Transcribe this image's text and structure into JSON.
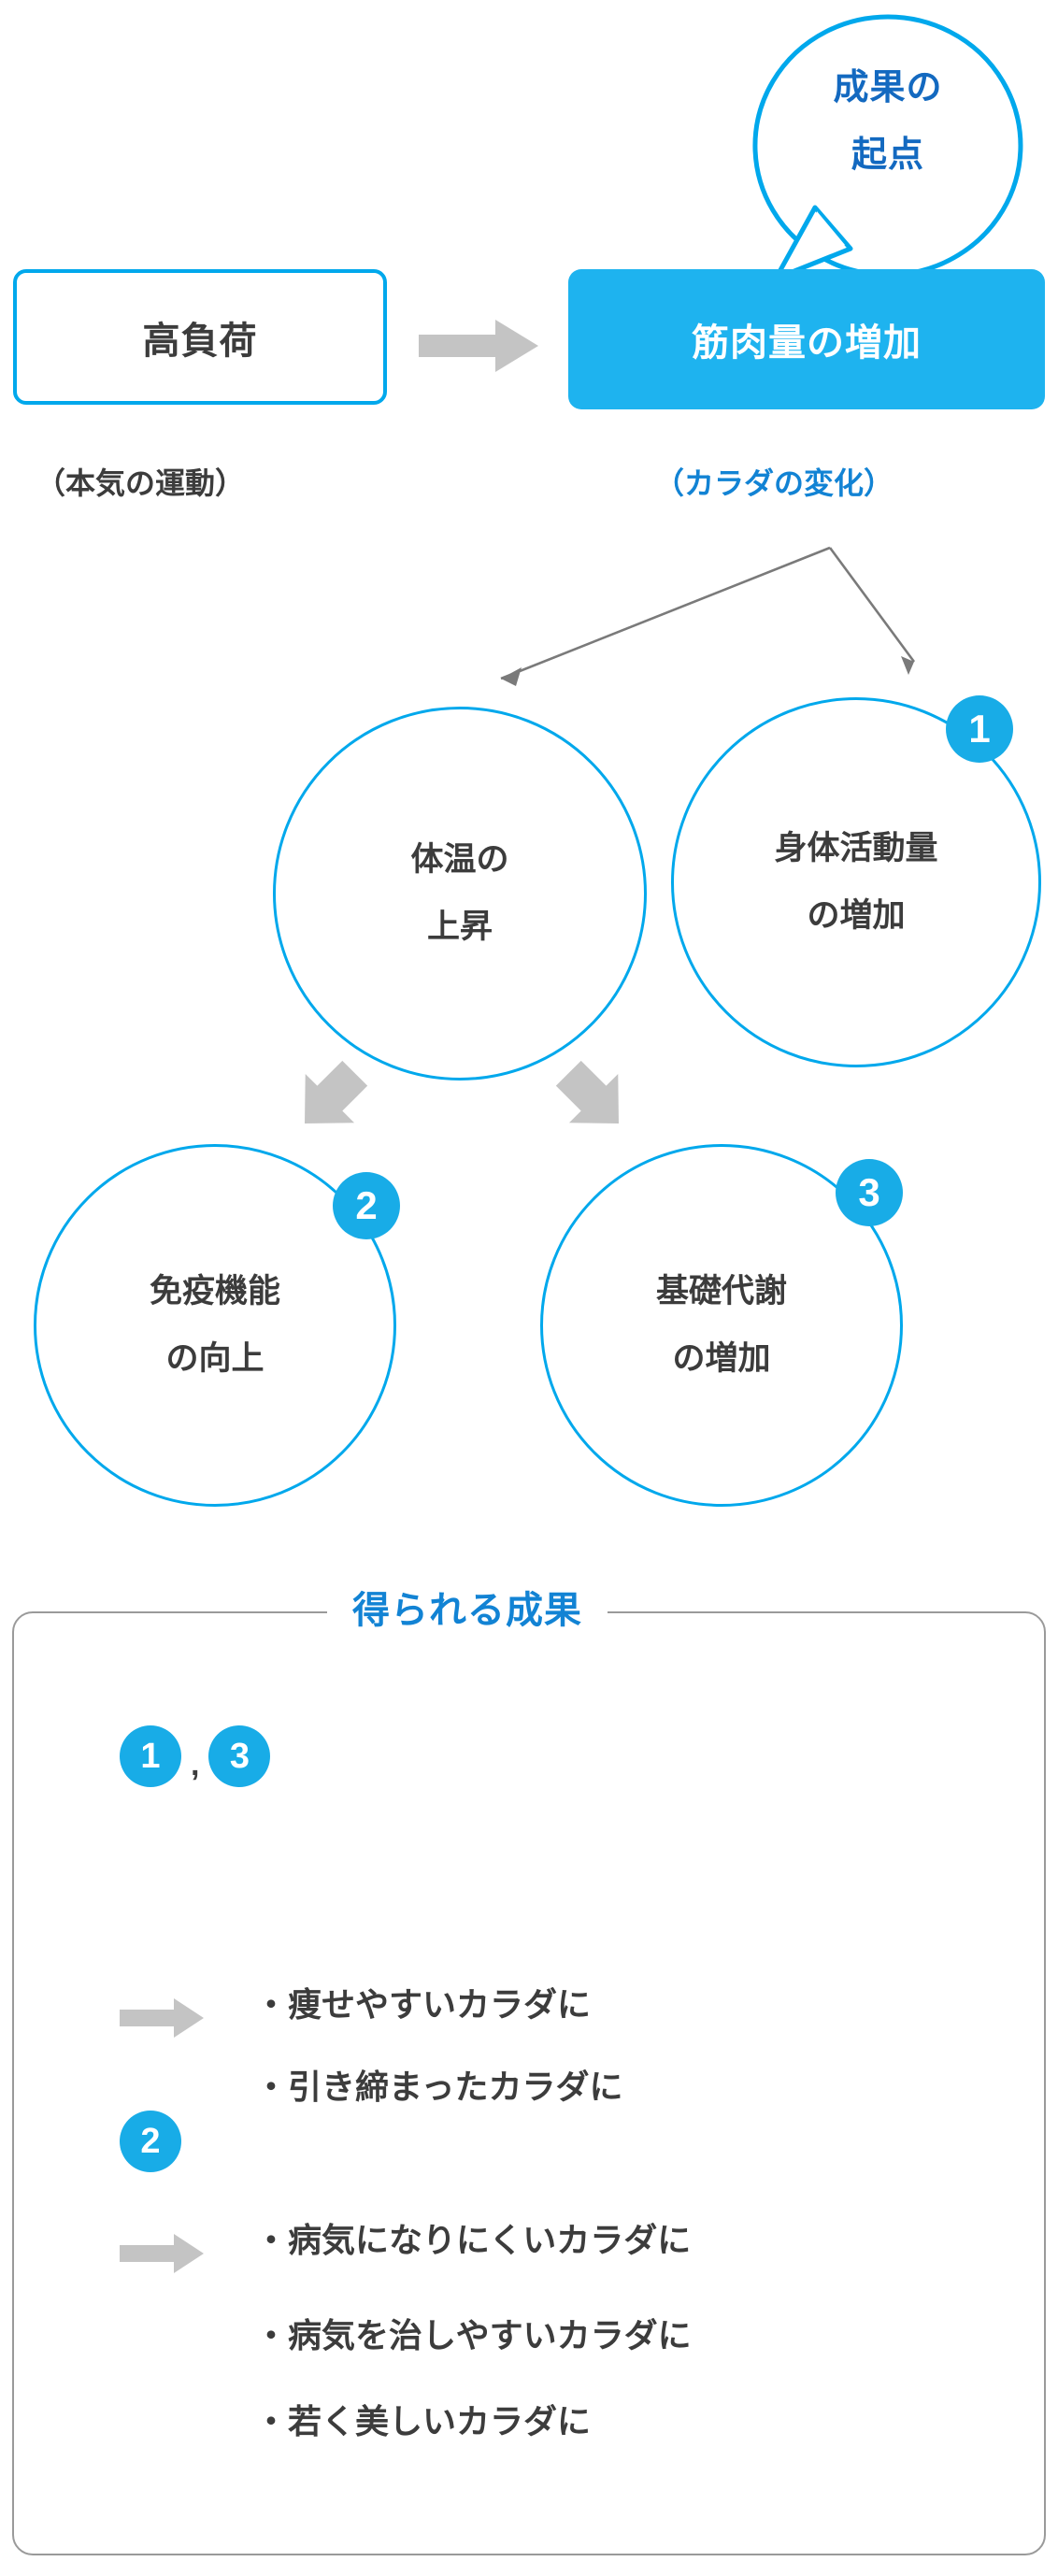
{
  "theme": {
    "accent_blue": "#00a8ec",
    "fill_blue": "#1eb3ef",
    "badge_blue": "#18ace7",
    "text_blue": "#1283d4",
    "bubble_text_blue": "#1369c0",
    "dark_text": "#3c3c3c",
    "arrow_gray": "#c4c4c4",
    "thin_arrow_gray": "#7a7a7a",
    "panel_border_gray": "#9a9a9a"
  },
  "bubble": {
    "line1": "成果の",
    "line2": "起点"
  },
  "flow": {
    "left_box": {
      "label": "高負荷",
      "caption": "（本気の運動）"
    },
    "right_box": {
      "label": "筋肉量の増加",
      "caption": "（カラダの変化）"
    },
    "arrow_icon": "right-block-arrow-icon"
  },
  "circles": [
    {
      "id": "body-temperature",
      "line1": "体温の",
      "line2": "上昇",
      "badge": null
    },
    {
      "id": "physical-activity",
      "line1": "身体活動量",
      "line2": "の増加",
      "badge": "1"
    },
    {
      "id": "immune-function",
      "line1": "免疫機能",
      "line2": "の向上",
      "badge": "2"
    },
    {
      "id": "basal-metabolism",
      "line1": "基礎代謝",
      "line2": "の増加",
      "badge": "3"
    }
  ],
  "results_panel": {
    "legend": "得られる成果",
    "groups": [
      {
        "badges": [
          "1",
          "3"
        ],
        "separator": ",",
        "arrow_icon": "right-block-arrow-icon",
        "items": [
          "・痩せやすいカラダに",
          "・引き締まったカラダに"
        ]
      },
      {
        "badges": [
          "2"
        ],
        "separator": "",
        "arrow_icon": "right-block-arrow-icon",
        "items": [
          "・病気になりにくいカラダに",
          "・病気を治しやすいカラダに",
          "・若く美しいカラダに"
        ]
      }
    ]
  }
}
